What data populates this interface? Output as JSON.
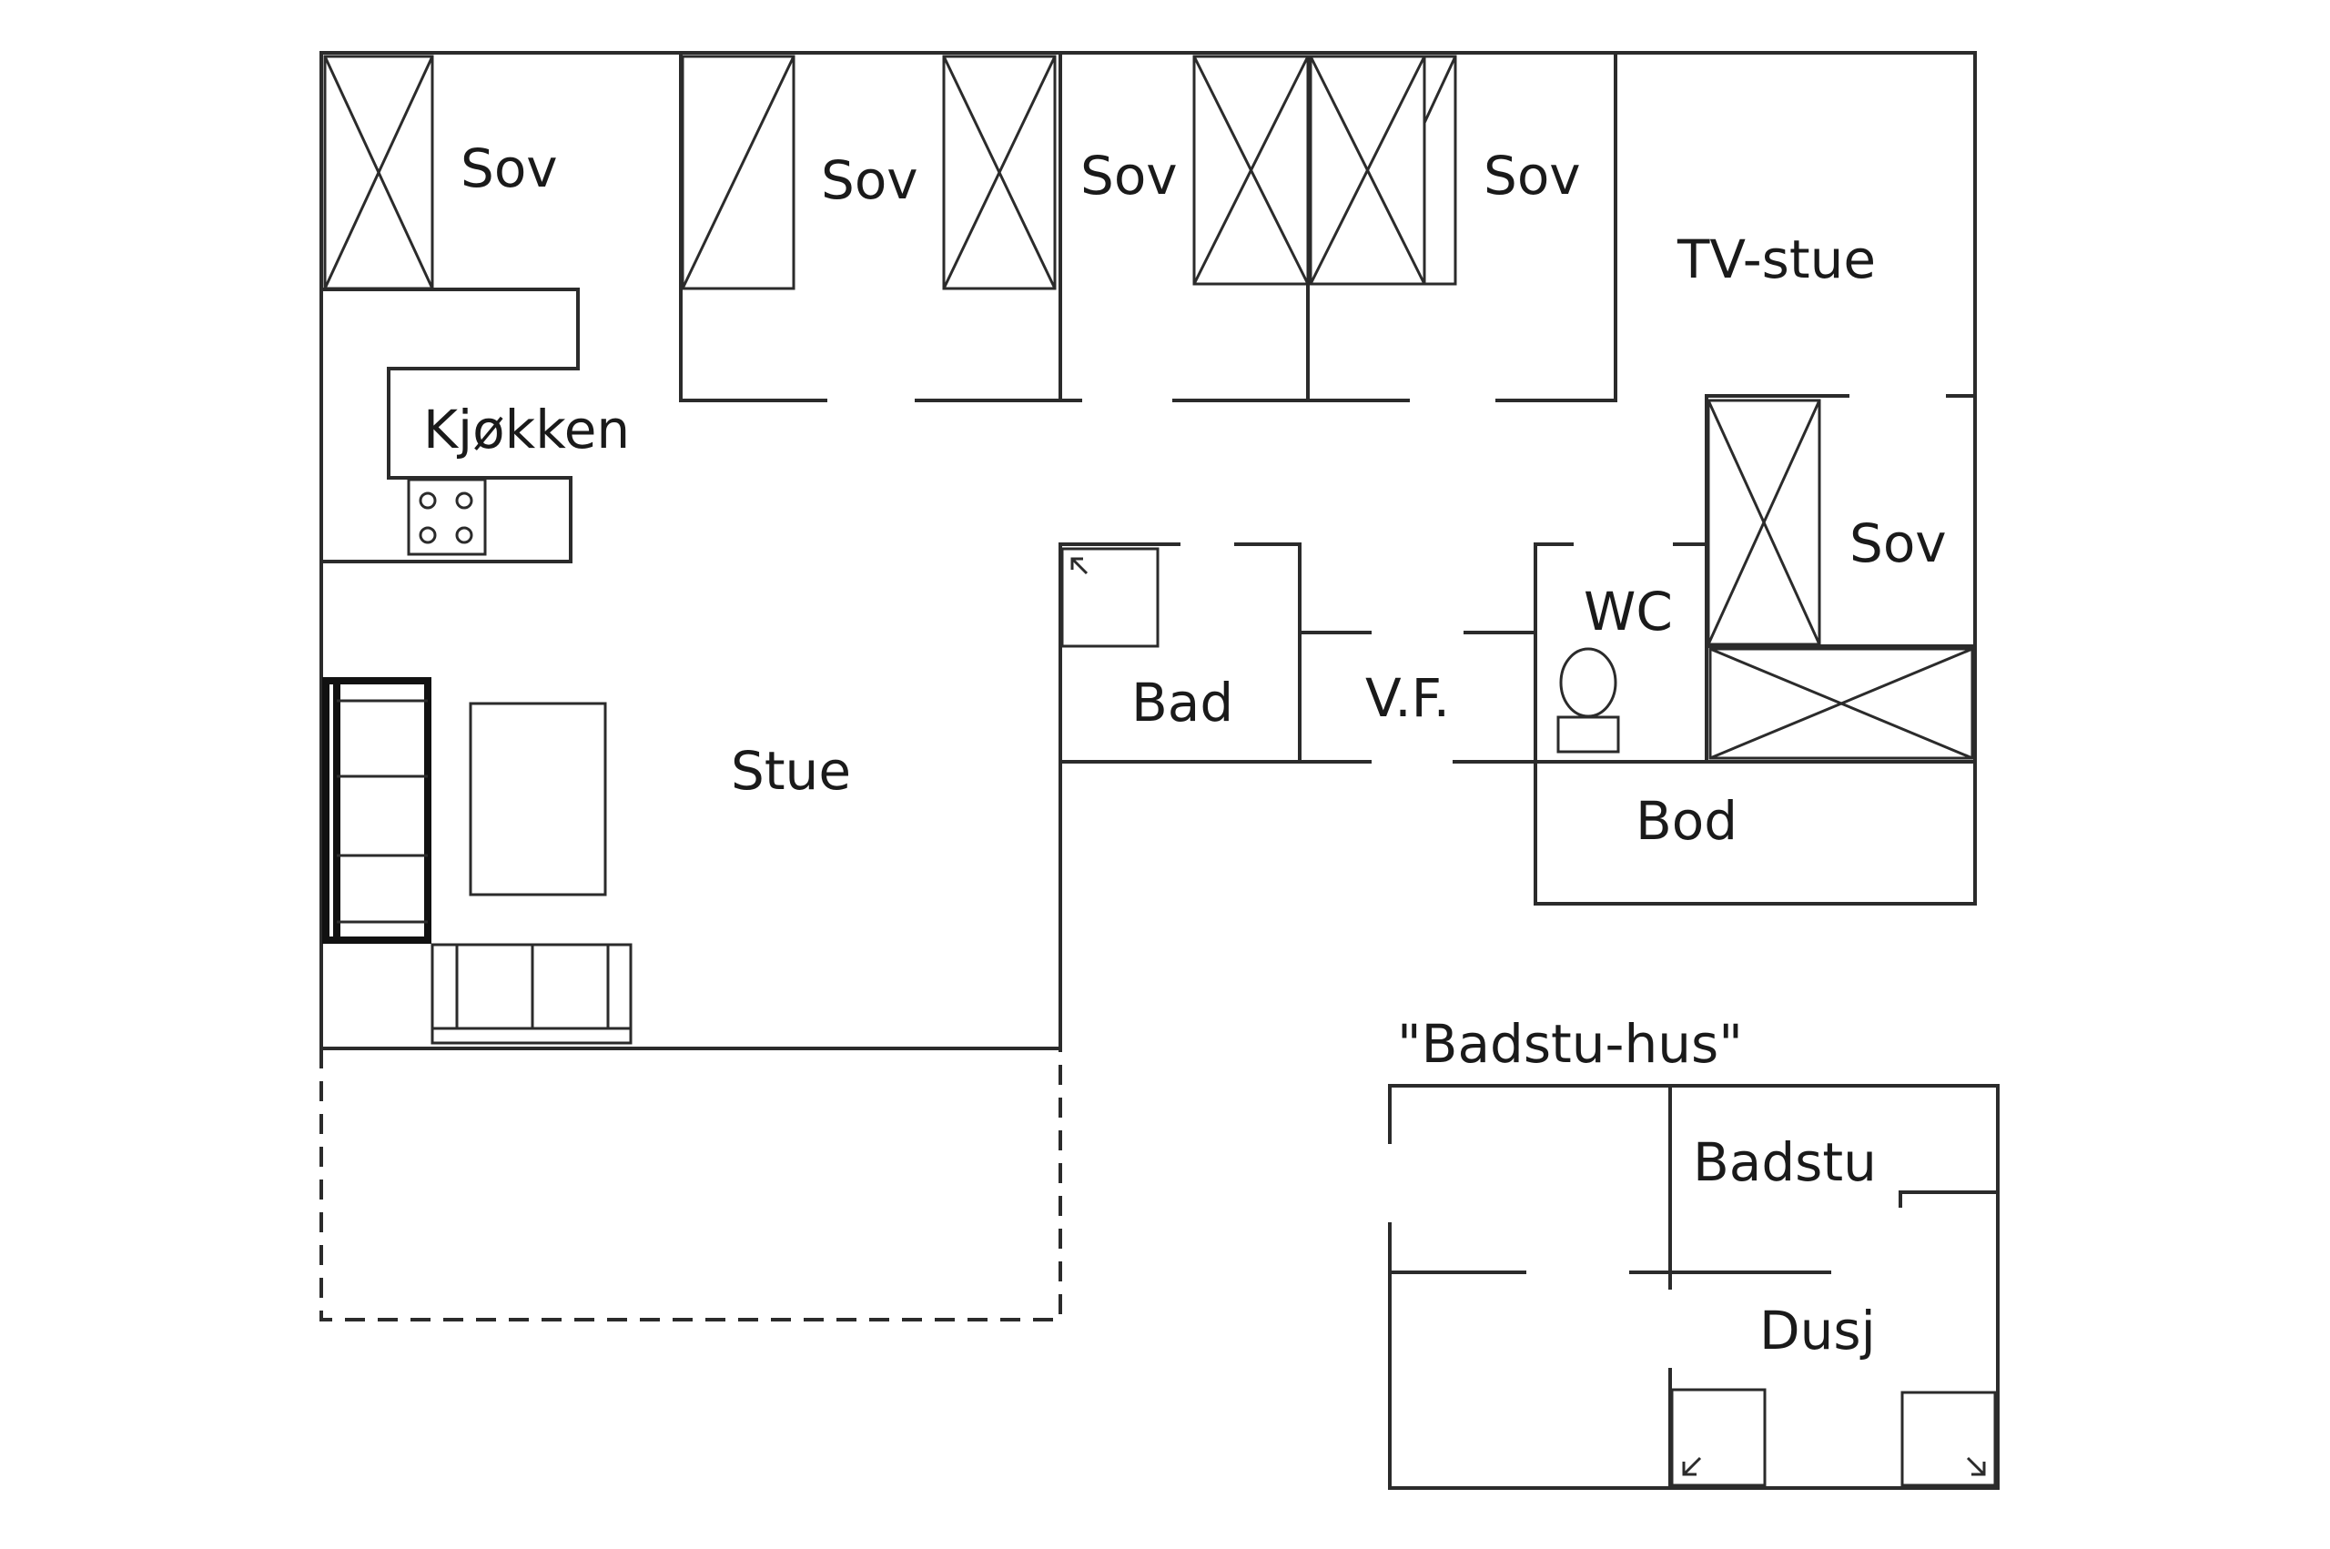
{
  "rooms": {
    "sov_1": "Sov",
    "sov_2": "Sov",
    "sov_3": "Sov",
    "sov_4": "Sov",
    "tv_stue": "TV-stue",
    "kjokken": "Kjøkken",
    "sov_5": "Sov",
    "wc": "WC",
    "bad": "Bad",
    "vf": "V.F.",
    "stue": "Stue",
    "bod": "Bod",
    "badstu_hus": "\"Badstu-hus\"",
    "badstu": "Badstu",
    "dusj": "Dusj"
  },
  "colors": {
    "line": "#2b2b2b",
    "text": "#1a1a1a",
    "background": "#ffffff"
  }
}
